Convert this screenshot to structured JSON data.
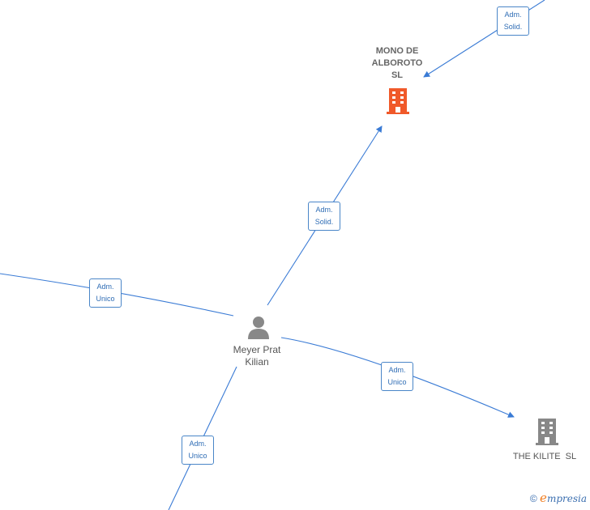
{
  "edges": [
    {
      "id": "top-right",
      "label_line1": "Adm.",
      "label_line2": "Solid."
    },
    {
      "id": "person-to-mono",
      "label_line1": "Adm.",
      "label_line2": "Solid."
    },
    {
      "id": "left",
      "label_line1": "Adm.",
      "label_line2": "Unico"
    },
    {
      "id": "person-to-kilite",
      "label_line1": "Adm.",
      "label_line2": "Unico"
    },
    {
      "id": "bottom",
      "label_line1": "Adm.",
      "label_line2": "Unico"
    }
  ],
  "nodes": {
    "mono": {
      "line1": "MONO DE",
      "line2": "ALBOROTO",
      "line3": "SL",
      "icon": "building-icon",
      "color": "#f0592a"
    },
    "person": {
      "line1": "Meyer Prat",
      "line2": "Kilian",
      "icon": "person-icon",
      "color": "#888888"
    },
    "kilite": {
      "line1": "THE KILITE  SL",
      "icon": "building-icon",
      "color": "#888888"
    }
  },
  "colors": {
    "edge": "#3a7bd5",
    "label_border": "#4a86c8"
  },
  "watermark": {
    "copyright": "©",
    "brand_initial": "e",
    "brand_rest": "mpresia"
  }
}
